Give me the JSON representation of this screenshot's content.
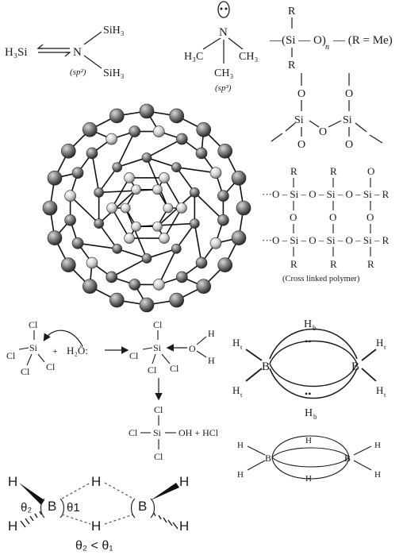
{
  "panels": {
    "trisilylamine": {
      "left": "H₃Si",
      "center": "N",
      "top": "SiH₃",
      "bottom": "SiH₃",
      "hybrid": "(sp²)"
    },
    "trimethylamine": {
      "center": "N",
      "left": "H₃C",
      "right": "CH₃",
      "bottom": "CH₃",
      "hybrid": "(sp³)"
    },
    "silicone": {
      "r_top": "R",
      "r_bottom": "R",
      "body": "—(Si — O)",
      "n": "n",
      "note": "— (R = Me)"
    },
    "silicate_chain": {
      "o_top1": "O",
      "o_top2": "O",
      "si1": "Si",
      "si2": "Si",
      "o_mid": "O",
      "o_low1": "O",
      "o_low2": "O"
    },
    "crosslinked": {
      "row1_top": [
        "R",
        "R",
        "O"
      ],
      "row1": "···O – Si – O – Si – O – Si – R",
      "row2": [
        "O",
        "O",
        "O"
      ],
      "row3": "···O – Si – O – Si – O – Si – R",
      "row3_bottom": [
        "R",
        "R",
        "R"
      ],
      "caption": "(Cross linked polymer)"
    },
    "hydrolysis": {
      "sicl4": {
        "si": "Si",
        "cl_top": "Cl",
        "cl_left": "Cl",
        "cl_b1": "Cl",
        "cl_b2": "Cl"
      },
      "plus": "+",
      "water": "H₂Ö:",
      "arrow": "—→",
      "adduct": {
        "si": "Si",
        "cl_top": "Cl",
        "cl_left": "Cl",
        "cl_b1": "Cl",
        "cl_b2": "Cl",
        "o": "O",
        "h1": "H",
        "h2": "H"
      },
      "product": {
        "si": "Si",
        "cl_top": "Cl",
        "cl_left": "Cl",
        "cl_bottom": "Cl",
        "right": "OH + HCl"
      }
    },
    "diborane1": {
      "hb_top": "H",
      "hb_top_sub": "b",
      "hb_bottom": "H",
      "hb_bottom_sub": "b",
      "b_left": "B",
      "b_right": "B",
      "ht": "H",
      "ht_sub": "t",
      "dots": "••"
    },
    "diborane2": {
      "b_left": "B",
      "b_right": "B",
      "h_mid1": "H",
      "h_mid2": "H",
      "h": "H"
    },
    "diborane3": {
      "b": "B",
      "h": "H",
      "theta2": "θ₂",
      "theta1": "θ1",
      "caption": "θ₂ < θ₁"
    }
  }
}
